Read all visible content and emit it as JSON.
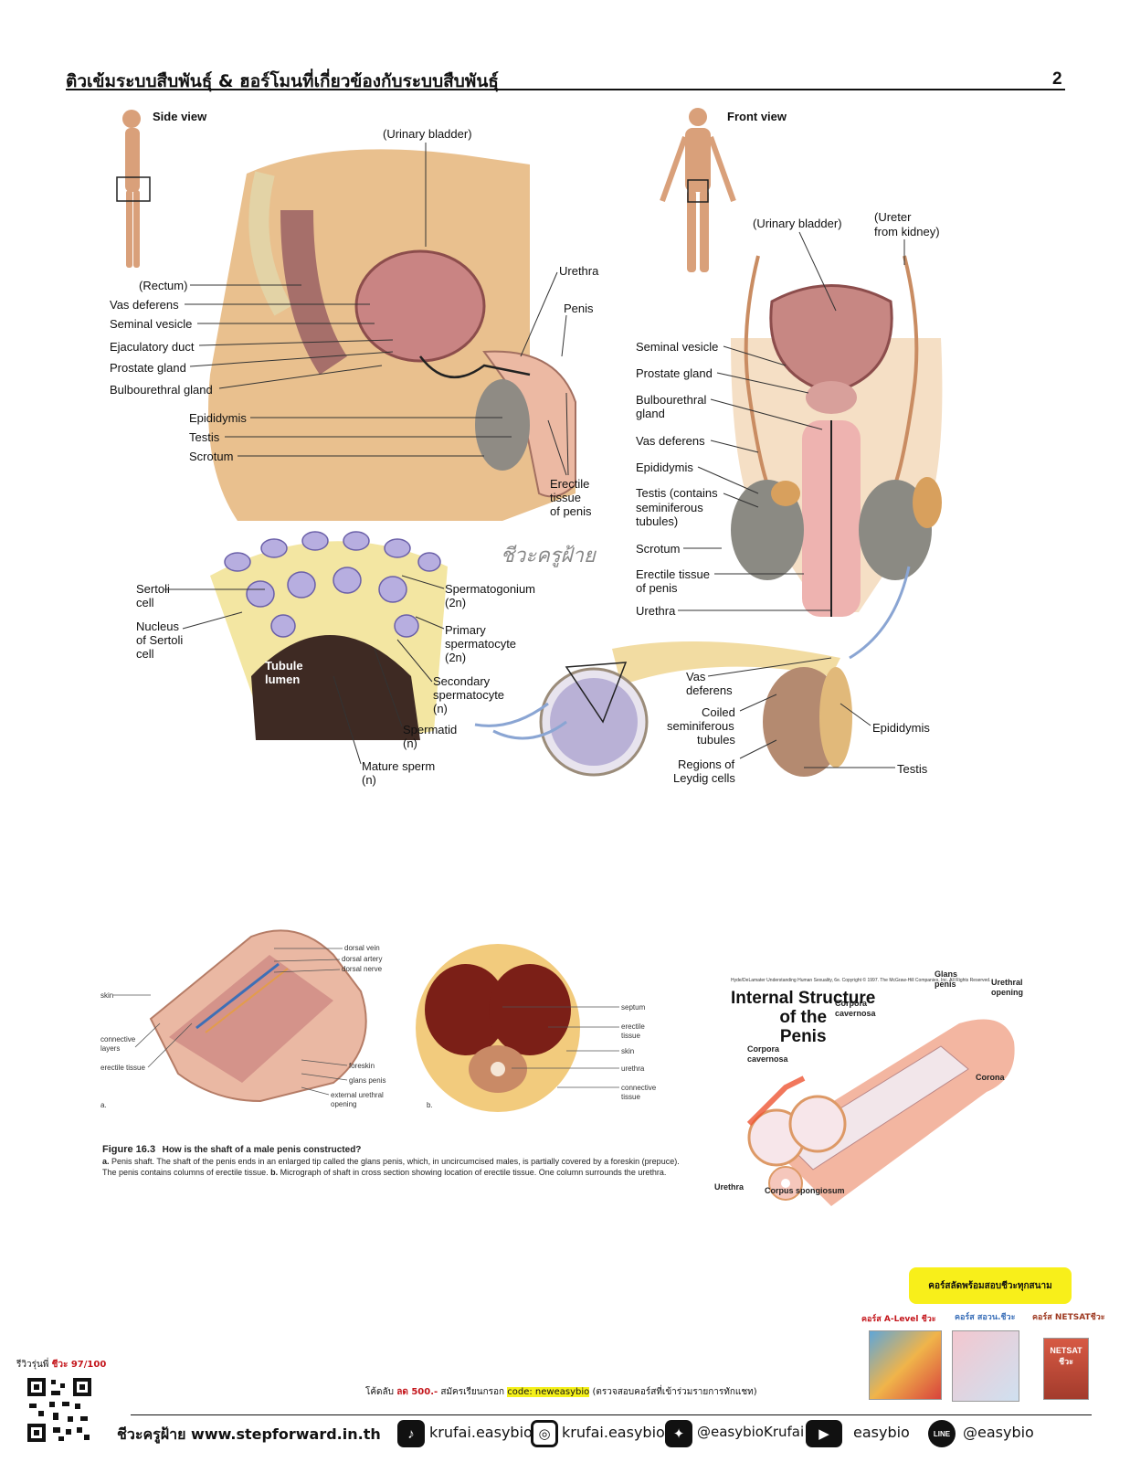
{
  "header": {
    "title": "ติวเข้มระบบสืบพันธุ์ & ฮอร์โมนที่เกี่ยวข้องกับระบบสืบพันธุ์",
    "page_number": "2"
  },
  "side_view": {
    "title": "Side view",
    "labels": {
      "urinary_bladder": "(Urinary bladder)",
      "rectum": "(Rectum)",
      "vas_deferens": "Vas deferens",
      "seminal_vesicle": "Seminal vesicle",
      "ejaculatory_duct": "Ejaculatory duct",
      "prostate_gland": "Prostate gland",
      "bulbourethral_gland": "Bulbourethral gland",
      "epididymis": "Epididymis",
      "testis": "Testis",
      "scrotum": "Scrotum",
      "urethra": "Urethra",
      "penis": "Penis",
      "erectile_tissue_1": "Erectile",
      "erectile_tissue_2": "tissue",
      "erectile_tissue_3": "of penis"
    }
  },
  "front_view": {
    "title": "Front view",
    "labels": {
      "urinary_bladder": "(Urinary bladder)",
      "ureter_1": "(Ureter",
      "ureter_2": "from kidney)",
      "seminal_vesicle": "Seminal vesicle",
      "prostate_gland": "Prostate gland",
      "bulbourethral_1": "Bulbourethral",
      "bulbourethral_2": "gland",
      "vas_deferens": "Vas deferens",
      "epididymis": "Epididymis",
      "testis_1": "Testis (contains",
      "testis_2": "seminiferous",
      "testis_3": "tubules)",
      "scrotum": "Scrotum",
      "erectile_1": "Erectile tissue",
      "erectile_2": "of penis",
      "urethra": "Urethra"
    }
  },
  "tubule": {
    "labels": {
      "sertoli_1": "Sertoli",
      "sertoli_2": "cell",
      "nucleus_1": "Nucleus",
      "nucleus_2": "of Sertoli",
      "nucleus_3": "cell",
      "lumen_1": "Tubule",
      "lumen_2": "lumen",
      "spermatogonium_1": "Spermatogonium",
      "spermatogonium_2": "(2n)",
      "primary_1": "Primary",
      "primary_2": "spermatocyte",
      "primary_3": "(2n)",
      "secondary_1": "Secondary",
      "secondary_2": "spermatocyte",
      "secondary_3": "(n)",
      "spermatid_1": "Spermatid",
      "spermatid_2": "(n)",
      "mature_1": "Mature sperm",
      "mature_2": "(n)"
    }
  },
  "testis_detail": {
    "labels": {
      "vas_1": "Vas",
      "vas_2": "deferens",
      "coiled_1": "Coiled",
      "coiled_2": "seminiferous",
      "coiled_3": "tubules",
      "leydig_1": "Regions of",
      "leydig_2": "Leydig cells",
      "epididymis": "Epididymis",
      "testis": "Testis"
    }
  },
  "watermark": "ชีวะครูฝ้าย",
  "penis_figure": {
    "labels_a": {
      "dorsal_vein": "dorsal vein",
      "dorsal_artery": "dorsal artery",
      "dorsal_nerve": "dorsal nerve",
      "skin": "skin",
      "connective_1": "connective",
      "connective_2": "layers",
      "erectile": "erectile tissue",
      "foreskin": "foreskin",
      "glans": "glans penis",
      "external_1": "external urethral",
      "external_2": "opening",
      "panel": "a."
    },
    "labels_b": {
      "septum": "septum",
      "erectile_1": "erectile",
      "erectile_2": "tissue",
      "skin": "skin",
      "urethra": "urethra",
      "connective_1": "connective",
      "connective_2": "tissue",
      "panel": "b."
    },
    "caption_title": "Figure 16.3",
    "caption_question": "How is the shaft of a male penis constructed?",
    "caption_body_a_label": "a.",
    "caption_body_a": "Penis shaft. The shaft of the penis ends in an enlarged tip called the glans penis, which, in uncircumcised males, is partially covered by a foreskin (prepuce).",
    "caption_body_b": "The penis contains columns of erectile tissue.",
    "caption_body_b_label": "b.",
    "caption_body_c": "Micrograph of shaft in cross section showing location of erectile tissue. One column surrounds the urethra."
  },
  "internal_structure": {
    "credit": "Hyde/DeLamater Understanding Human Sexuality, 6e. Copyright © 1997. The McGraw-Hill Companies, Inc. All Rights Reserved.",
    "title_1": "Internal Structure",
    "title_2": "of the",
    "title_3": "Penis",
    "glans_1": "Glans",
    "glans_2": "penis",
    "urethral_1": "Urethral",
    "urethral_2": "opening",
    "cc_top_1": "Corpora",
    "cc_top_2": "cavernosa",
    "cc_left_1": "Corpora",
    "cc_left_2": "cavernosa",
    "corona": "Corona",
    "urethra": "Urethra",
    "spongiosum": "Corpus spongiosum"
  },
  "promo_box": {
    "sticker": "คอร์สลัดพร้อมสอบชีวะทุกสนาม",
    "course_1": "คอร์ส A-Level ชีวะ",
    "course_2": "คอร์ส สอวน.ชีวะ",
    "course_3": "คอร์ส NETSATชีวะ",
    "book_3_label_1": "NETSAT",
    "book_3_label_2": "ชีวะ"
  },
  "footer": {
    "review_prefix": "รีวิวรุ่นพี่",
    "review_score": "ชีวะ 97/100",
    "promo_prefix": "โค้ดลับ",
    "promo_discount": "ลด 500.-",
    "promo_mid": "สมัครเรียนกรอก",
    "promo_code": "code: neweasybio",
    "promo_suffix": "(ตรวจสอบคอร์สที่เข้าร่วมรายการทักแชท)",
    "brand": "ชีวะครูฝ้าย www.stepforward.in.th",
    "tiktok": "krufai.easybio",
    "instagram": "krufai.easybio",
    "twitter": "@easybioKrufai",
    "youtube": "easybio",
    "line": "@easybio"
  }
}
